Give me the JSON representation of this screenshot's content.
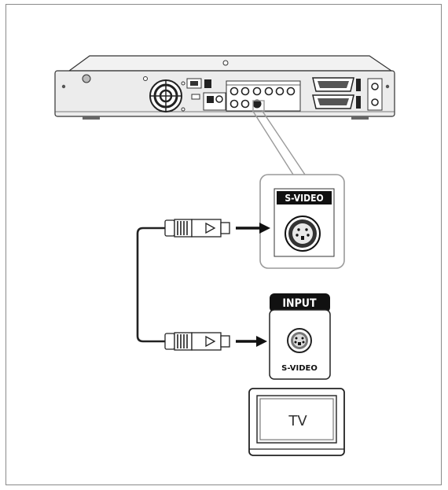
{
  "recorder": {
    "jack_label": "S-VIDEO"
  },
  "tv_panel": {
    "header": "INPUT",
    "jack_label": "S-VIDEO"
  },
  "tv": {
    "screen_label": "TV"
  },
  "colors": {
    "frame": "#8a8a8a",
    "device_body": "#ececec",
    "device_outline": "#333333",
    "callout_line": "#9a9a9a",
    "label_bar": "#111111",
    "cable": "#222222"
  }
}
